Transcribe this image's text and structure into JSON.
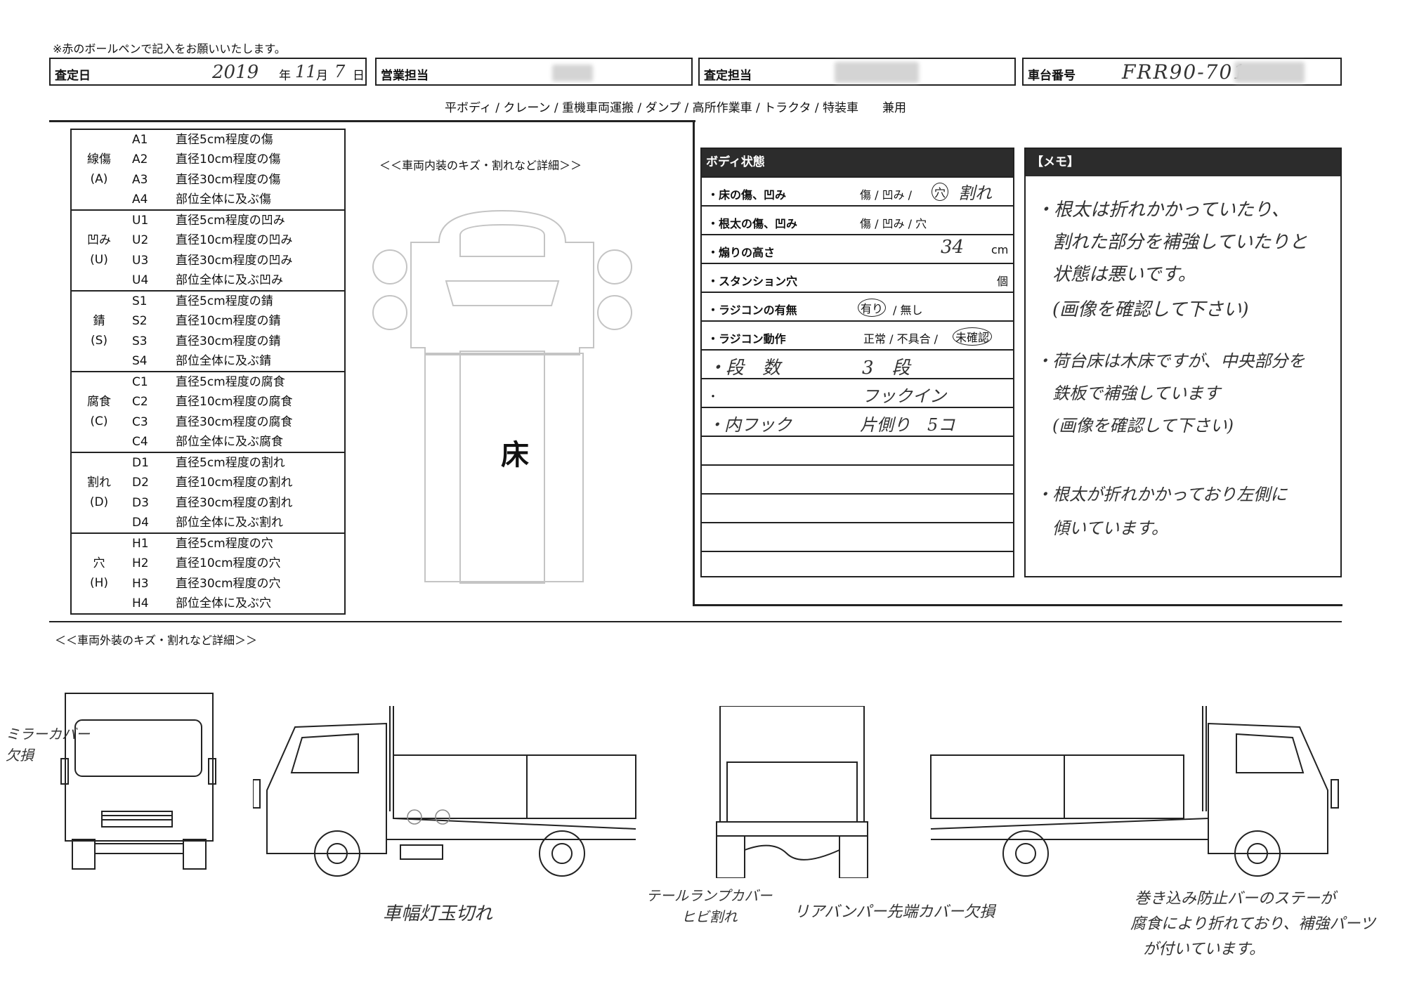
{
  "instruction": "※赤のボールペンで記入をお願いいたします。",
  "header": {
    "appraisal_date_label": "査定日",
    "year_value": "2019",
    "year_unit": "年",
    "month_value": "11",
    "month_unit": "月",
    "day_value": "7",
    "day_unit": "日",
    "sales_label": "営業担当",
    "appraiser_label": "査定担当",
    "chassis_label": "車台番号",
    "chassis_value": "FRR90-701"
  },
  "body_types": "平ボディ / クレーン / 重機車両運搬 / ダンプ / 高所作業車 / トラクタ / 特装車　　兼用",
  "legend": [
    {
      "name": "線傷",
      "code": "(A)",
      "rows": [
        {
          "code": "A1",
          "desc": "直径5cm程度の傷"
        },
        {
          "code": "A2",
          "desc": "直径10cm程度の傷"
        },
        {
          "code": "A3",
          "desc": "直径30cm程度の傷"
        },
        {
          "code": "A4",
          "desc": "部位全体に及ぶ傷"
        }
      ]
    },
    {
      "name": "凹み",
      "code": "(U)",
      "rows": [
        {
          "code": "U1",
          "desc": "直径5cm程度の凹み"
        },
        {
          "code": "U2",
          "desc": "直径10cm程度の凹み"
        },
        {
          "code": "U3",
          "desc": "直径30cm程度の凹み"
        },
        {
          "code": "U4",
          "desc": "部位全体に及ぶ凹み"
        }
      ]
    },
    {
      "name": "錆",
      "code": "(S)",
      "rows": [
        {
          "code": "S1",
          "desc": "直径5cm程度の錆"
        },
        {
          "code": "S2",
          "desc": "直径10cm程度の錆"
        },
        {
          "code": "S3",
          "desc": "直径30cm程度の錆"
        },
        {
          "code": "S4",
          "desc": "部位全体に及ぶ錆"
        }
      ]
    },
    {
      "name": "腐食",
      "code": "(C)",
      "rows": [
        {
          "code": "C1",
          "desc": "直径5cm程度の腐食"
        },
        {
          "code": "C2",
          "desc": "直径10cm程度の腐食"
        },
        {
          "code": "C3",
          "desc": "直径30cm程度の腐食"
        },
        {
          "code": "C4",
          "desc": "部位全体に及ぶ腐食"
        }
      ]
    },
    {
      "name": "割れ",
      "code": "(D)",
      "rows": [
        {
          "code": "D1",
          "desc": "直径5cm程度の割れ"
        },
        {
          "code": "D2",
          "desc": "直径10cm程度の割れ"
        },
        {
          "code": "D3",
          "desc": "直径30cm程度の割れ"
        },
        {
          "code": "D4",
          "desc": "部位全体に及ぶ割れ"
        }
      ]
    },
    {
      "name": "穴",
      "code": "(H)",
      "rows": [
        {
          "code": "H1",
          "desc": "直径5cm程度の穴"
        },
        {
          "code": "H2",
          "desc": "直径10cm程度の穴"
        },
        {
          "code": "H3",
          "desc": "直径30cm程度の穴"
        },
        {
          "code": "H4",
          "desc": "部位全体に及ぶ穴"
        }
      ]
    }
  ],
  "interior_caption": "＜＜車両内装のキズ・割れなど詳細＞＞",
  "floor_label": "床",
  "body_status": {
    "title": "ボディ状態",
    "floor_damage_label": "・床の傷、凹み",
    "floor_damage_options": "傷 / 凹み /",
    "floor_damage_circled": "穴",
    "floor_damage_note": "割れ",
    "sill_damage_label": "・根太の傷、凹み",
    "sill_damage_options": "傷 / 凹み / 穴",
    "gate_height_label": "・煽りの高さ",
    "gate_height_value": "34",
    "gate_height_unit": "cm",
    "stanchion_label": "・スタンション穴",
    "stanchion_unit": "個",
    "radio_label": "・ラジコンの有無",
    "radio_circled": "有り",
    "radio_rest": "/ 無し",
    "radio_op_label": "・ラジコン動作",
    "radio_op_options": "正常 / 不具合 /",
    "radio_op_circled": "未確認",
    "steps_label": "・段　数",
    "steps_value": "3　段",
    "hook_bullet": "・",
    "hook_value": "フックイン",
    "inner_hook_label": "・内フック",
    "inner_hook_value": "片側り　5コ"
  },
  "memo": {
    "title": "【メモ】",
    "lines": [
      "・根太は折れかかっていたり、",
      "割れた部分を補強していたりと",
      "状態は悪いです。",
      "(画像を確認して下さい)",
      "・荷台床は木床ですが、中央部分を",
      "鉄板で補強しています",
      "(画像を確認して下さい)",
      "・根太が折れかかっており左側に",
      "傾いています。"
    ]
  },
  "exterior_caption": "＜＜車両外装のキズ・割れなど詳細＞＞",
  "annotations": {
    "mirror_1": "ミラーカバー",
    "mirror_2": "欠損",
    "sidelight": "車幅灯玉切れ",
    "taillamp_1": "テールランプカバー",
    "taillamp_2": "ヒビ割れ",
    "rear_bumper": "リアバンパー先端カバー欠損",
    "stay_1": "巻き込み防止バーのステーが",
    "stay_2": "腐食により折れており、補強パーツ",
    "stay_3": "が付いています。"
  }
}
